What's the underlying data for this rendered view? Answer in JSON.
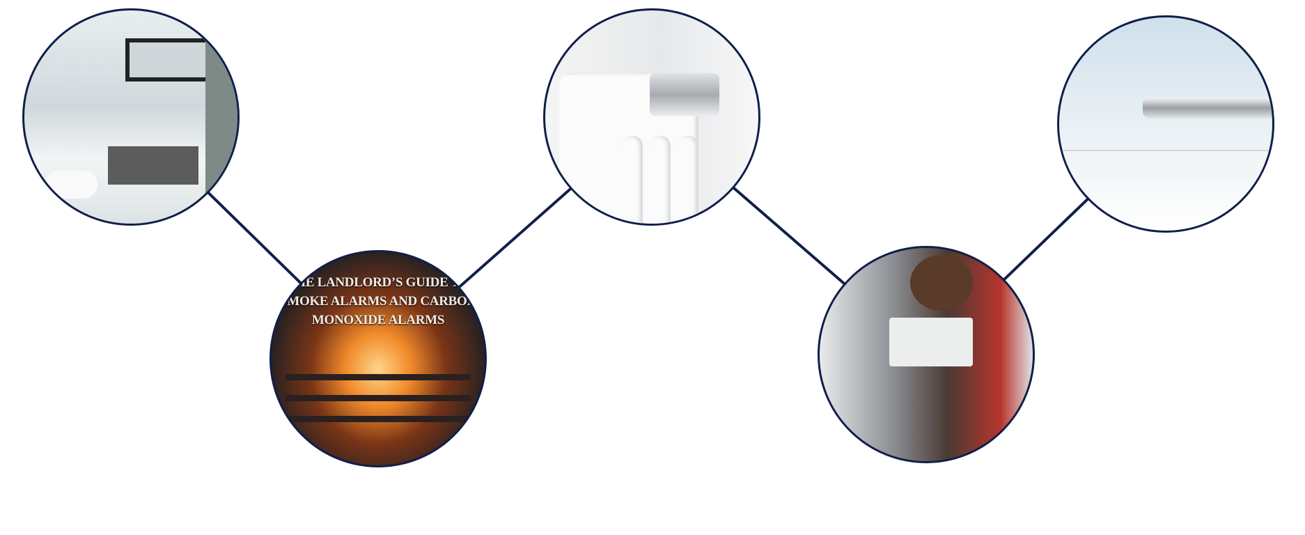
{
  "items": [
    {
      "name": "bathroom"
    },
    {
      "name": "smoke-alarms",
      "caption": "THE LANDLORD’S GUIDE TO SMOKE ALARMS AND CARBON MONOXIDE ALARMS"
    },
    {
      "name": "radiator"
    },
    {
      "name": "boiler-engineer"
    },
    {
      "name": "tap"
    }
  ],
  "colors": {
    "border": "#0f1f4a",
    "connector": "#0f1f4a"
  }
}
